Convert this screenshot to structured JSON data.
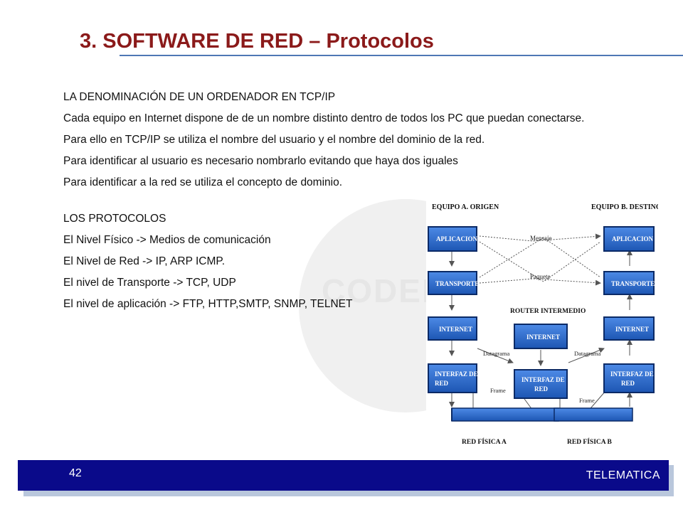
{
  "slide": {
    "title": "3. SOFTWARE DE RED – Protocolos",
    "watermark": "CODENSA"
  },
  "content": {
    "paragraphs": [
      "LA DENOMINACIÓN DE UN ORDENADOR EN TCP/IP",
      "Cada  equipo  en Internet  dispone de  de un nombre distinto dentro de todos los PC que puedan conectarse.",
      "Para ello en TCP/IP se utiliza el nombre del usuario y el nombre del dominio de la red.",
      "Para identificar al usuario es necesario nombrarlo evitando que haya dos iguales",
      "Para identificar a la red se utiliza el concepto de dominio.",
      "LOS PROTOCOLOS",
      "El Nivel Físico -> Medios de comunicación",
      "El Nivel de Red -> IP, ARP ICMP.",
      "El nivel de Transporte -> TCP, UDP",
      "El nivel de aplicación -> FTP, HTTP,SMTP, SNMP, TELNET"
    ]
  },
  "diagram": {
    "header_a": "EQUIPO  A. ORIGEN",
    "header_b": "EQUIPO B. DESTINO",
    "router_label": "ROUTER INTERMEDIO",
    "boxes": {
      "app_a": "APLICACION",
      "app_b": "APLICACION",
      "trans_a": "TRANSPORTE",
      "trans_b": "TRANSPORTE",
      "inet_a": "INTERNET",
      "inet_r": "INTERNET",
      "inet_b": "INTERNET",
      "intf_a": [
        "INTERFAZ DE",
        "RED"
      ],
      "intf_r": [
        "INTERFAZ DE",
        "RED"
      ],
      "intf_b": [
        "INTERFAZ DE",
        "RED"
      ]
    },
    "labels": {
      "mensaje": "Mensaje",
      "paquete": "Paquete",
      "datagrama_1": "Datagrama",
      "datagrama_2": "Datagrama",
      "frame_1": "Frame",
      "frame_2": "Frame"
    },
    "net_a": "RED FÍSICA   A",
    "net_b": "RED FÍSICA   B",
    "colors": {
      "box_fill": "#2f6fcf",
      "box_stroke": "#0b2a66",
      "line": "#555555"
    }
  },
  "footer": {
    "page_number": "42",
    "label": "TELEMATICA"
  }
}
